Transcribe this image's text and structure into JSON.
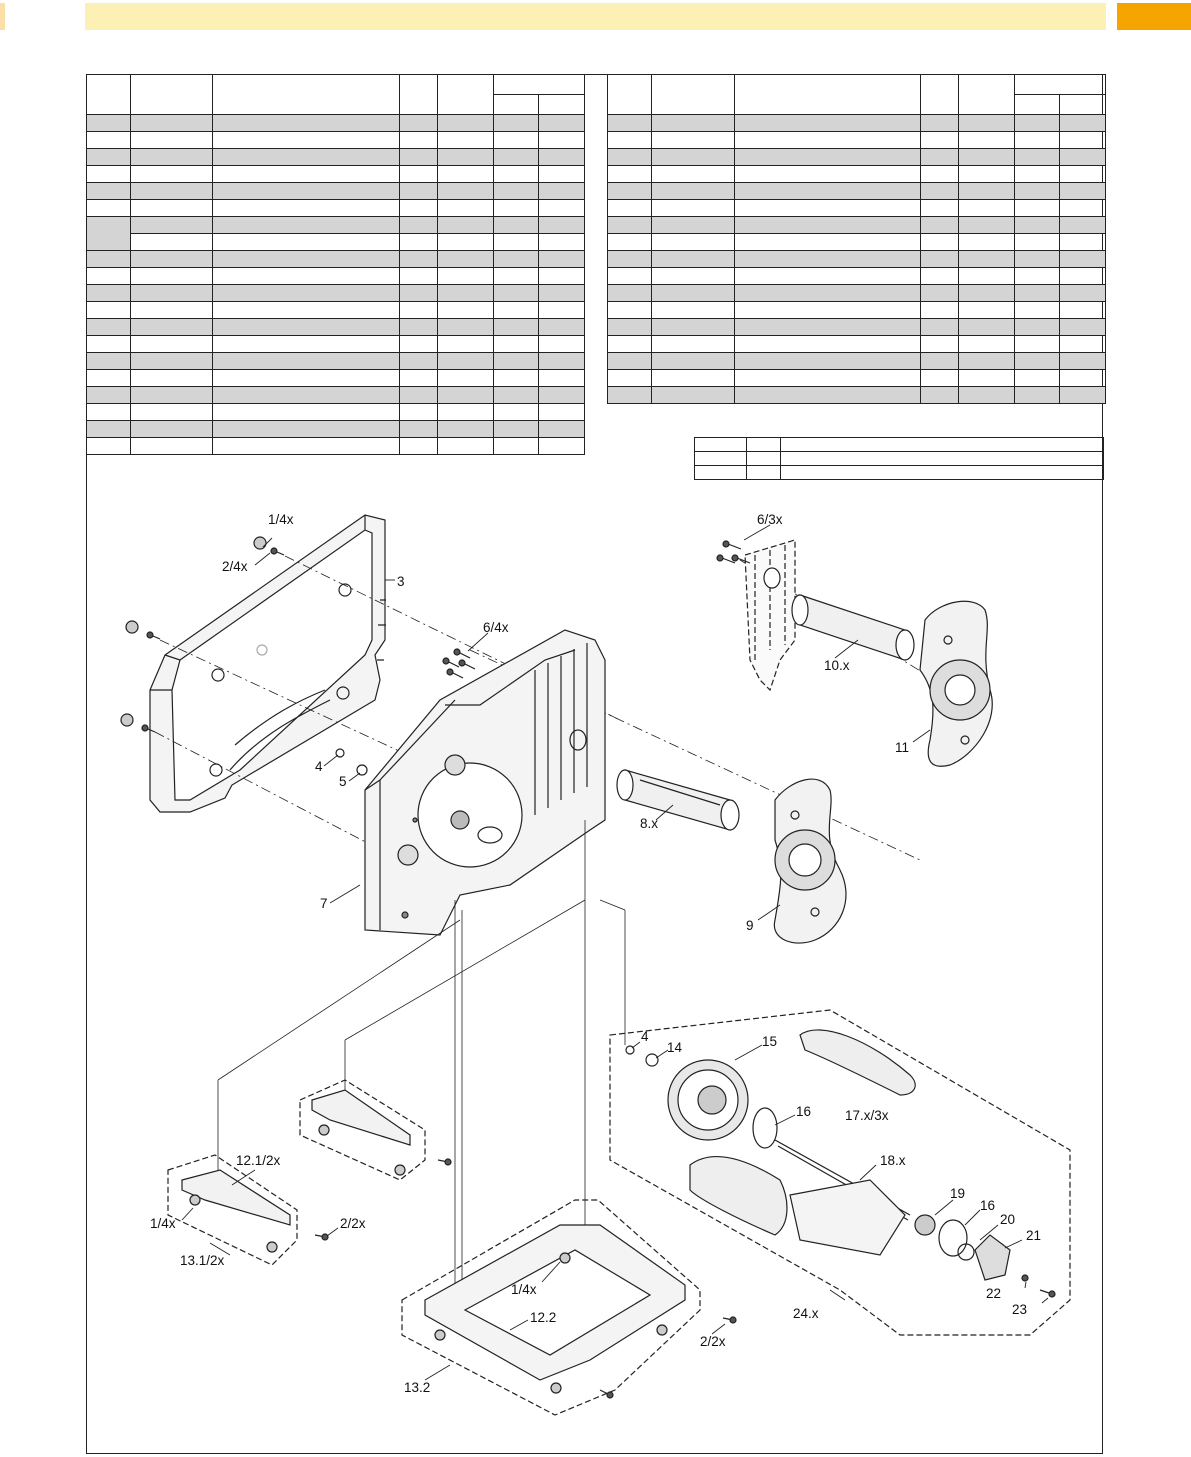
{
  "labels": {
    "l_1_4x_a": "1/4x",
    "l_2_4x_a": "2/4x",
    "l_3": "3",
    "l_6_4x": "6/4x",
    "l_4_a": "4",
    "l_5": "5",
    "l_7": "7",
    "l_6_3x": "6/3x",
    "l_10x": "10.x",
    "l_11": "11",
    "l_8x": "8.x",
    "l_9": "9",
    "l_4_b": "4",
    "l_14": "14",
    "l_15": "15",
    "l_16_a": "16",
    "l_17x": "17.x/3x",
    "l_18x": "18.x",
    "l_19": "19",
    "l_16_b": "16",
    "l_20": "20",
    "l_21": "21",
    "l_22": "22",
    "l_23": "23",
    "l_24x": "24.x",
    "l_12_1": "12.1/2x",
    "l_1_4x_b": "1/4x",
    "l_2_2x_a": "2/2x",
    "l_13_1": "13.1/2x",
    "l_1_4x_c": "1/4x",
    "l_12_2": "12.2",
    "l_2_2x_b": "2/2x",
    "l_13_2": "13.2"
  },
  "colors": {
    "header_bar": "#fdf0b4",
    "accent_tab": "#f5a400",
    "row_shade": "#d4d4d4"
  }
}
